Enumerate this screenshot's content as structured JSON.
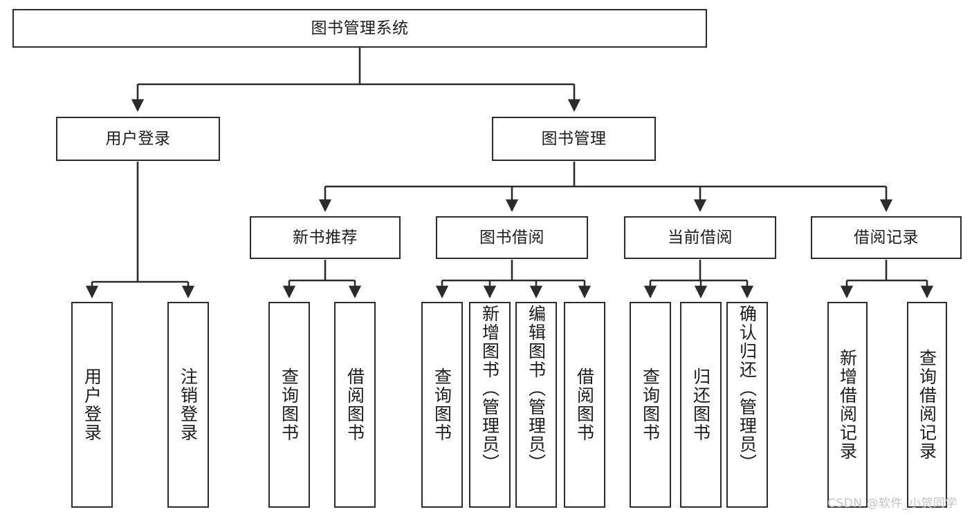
{
  "diagram": {
    "title": "图书管理系统",
    "type": "hierarchy-tree",
    "colors": {
      "box_border": "#2b2b2b",
      "box_fill": "#ffffff",
      "edge": "#2b2b2b",
      "text": "#1c1c1c",
      "watermark": "#c4c4c4",
      "background": "#ffffff"
    },
    "nodes": {
      "root": {
        "label": "图书管理系统"
      },
      "level2": [
        {
          "label": "用户登录"
        },
        {
          "label": "图书管理"
        }
      ],
      "level3": [
        {
          "label": "新书推荐"
        },
        {
          "label": "图书借阅"
        },
        {
          "label": "当前借阅"
        },
        {
          "label": "借阅记录"
        }
      ],
      "leaves": {
        "user_login": [
          {
            "label": "用户登录"
          },
          {
            "label": "注销登录"
          }
        ],
        "new_book_recommend": [
          {
            "label": "查询图书"
          },
          {
            "label": "借阅图书"
          }
        ],
        "book_borrow": [
          {
            "label": "查询图书"
          },
          {
            "label": "新增图书（管理员）"
          },
          {
            "label": "编辑图书（管理员）"
          },
          {
            "label": "借阅图书"
          }
        ],
        "current_borrow": [
          {
            "label": "查询图书"
          },
          {
            "label": "归还图书"
          },
          {
            "label": "确认归还（管理员）"
          }
        ],
        "borrow_record": [
          {
            "label": "新增借阅记录"
          },
          {
            "label": "查询借阅记录"
          }
        ]
      }
    },
    "watermark": "CSDN @软件_小贺同学"
  }
}
